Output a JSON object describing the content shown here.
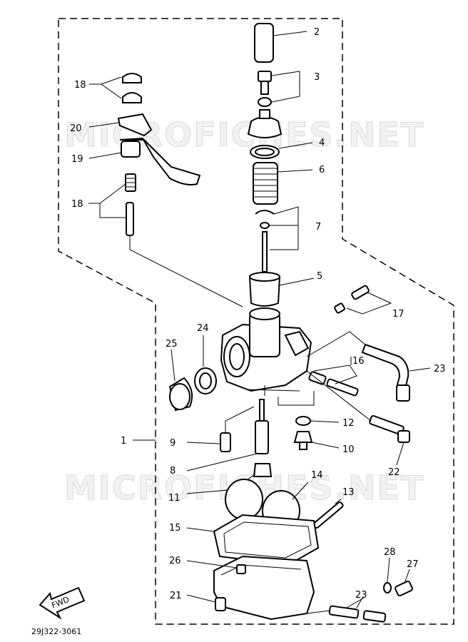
{
  "watermark": "MICROFICHES.NET",
  "drawing_code": "29J322-3061",
  "fwd_label": "FWD",
  "callouts": {
    "c1": "1",
    "c2": "2",
    "c3": "3",
    "c4": "4",
    "c5": "5",
    "c6": "6",
    "c7": "7",
    "c8": "8",
    "c9": "9",
    "c10": "10",
    "c11": "11",
    "c12": "12",
    "c13": "13",
    "c14": "14",
    "c15": "15",
    "c16": "16",
    "c17": "17",
    "c18a": "18",
    "c18b": "18",
    "c19": "19",
    "c20": "20",
    "c21": "21",
    "c22": "22",
    "c23a": "23",
    "c23b": "23",
    "c24": "24",
    "c25": "25",
    "c26": "26",
    "c27": "27",
    "c28": "28"
  }
}
